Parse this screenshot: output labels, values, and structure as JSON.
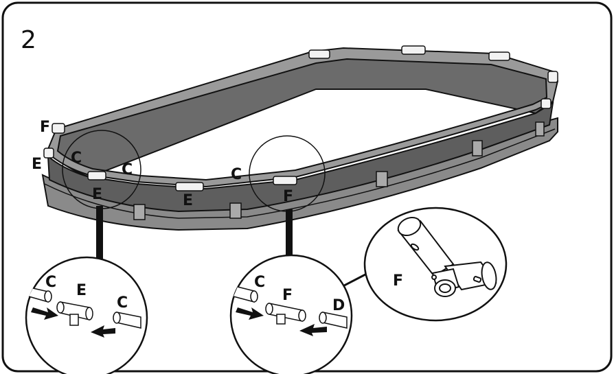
{
  "step_number": "2",
  "labels": {
    "main_f_left": "F",
    "main_e_left": "E",
    "main_c_left": "C",
    "main_c_inner": "C",
    "main_e_bottom": "E",
    "main_e_mid": "E",
    "main_c_mid": "C",
    "main_f_mid": "F",
    "detail1_c_left": "C",
    "detail1_e": "E",
    "detail1_c_right": "C",
    "detail2_c_left": "C",
    "detail2_f": "F",
    "detail2_d": "D",
    "detail3_f": "F"
  },
  "colors": {
    "pool_wall": "#6b6b6b",
    "pool_top_rail": "#9a9a9a",
    "pool_band": "#8a8a8a",
    "outline": "#111111",
    "connector": "#f2f2f2"
  }
}
